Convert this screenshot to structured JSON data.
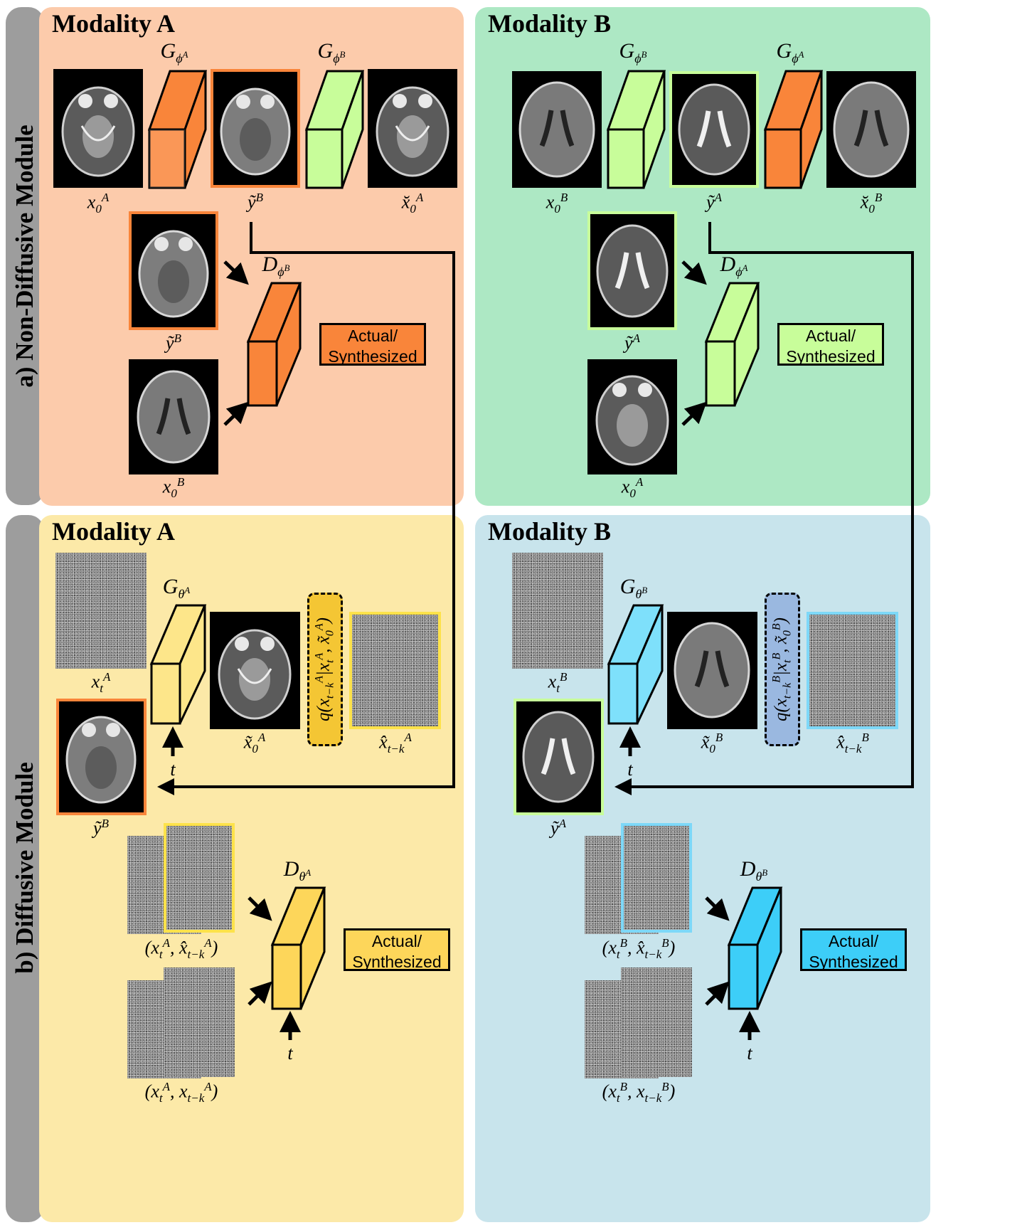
{
  "sections": {
    "non_diffusive": "a) Non-Diffusive Module",
    "diffusive": "b) Diffusive Module"
  },
  "panels": {
    "tl_title": "Modality A",
    "tr_title": "Modality B",
    "bl_title": "Modality A",
    "br_title": "Modality B"
  },
  "operators": {
    "G": "G",
    "D": "D",
    "phi": "ϕ",
    "theta": "θ",
    "A": "A",
    "B": "B"
  },
  "outputs": {
    "actual": "Actual/",
    "synth": "Synthesized"
  },
  "math": {
    "x": "x",
    "y": "y",
    "xhat": "x̂",
    "xtilde": "x̃",
    "xbreve": "x̆",
    "ytilde": "ỹ",
    "zero": "0",
    "t": "t",
    "tk": "t−k",
    "A": "A",
    "B": "B",
    "q": "q(",
    "bar": "|",
    "comma": ", ",
    "open": "(",
    "close": ")",
    "t_input": "t"
  },
  "colors": {
    "panel_tl": "#fccbab",
    "panel_tr": "#ade8c4",
    "panel_bl": "#fce9a8",
    "panel_br": "#c8e4ec",
    "orange": "#f9853a",
    "green": "#c8fd9a",
    "yellow": "#fdd65a",
    "blue": "#3dcef8",
    "q_yellow": "#f4c634",
    "q_blue": "#9ab8e0",
    "side": "#9d9d9d"
  }
}
